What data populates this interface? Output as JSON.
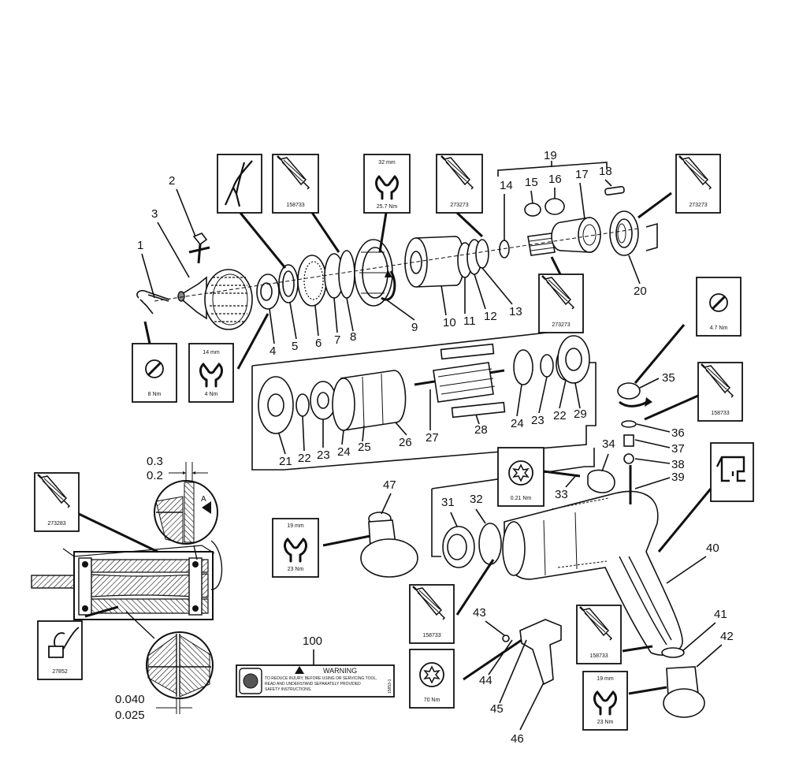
{
  "part_numbers": {
    "n1": "1",
    "n2": "2",
    "n3": "3",
    "n4": "4",
    "n5": "5",
    "n6": "6",
    "n7": "7",
    "n8": "8",
    "n9": "9",
    "n10": "10",
    "n11": "11",
    "n12": "12",
    "n13": "13",
    "n14": "14",
    "n15": "15",
    "n16": "16",
    "n17": "17",
    "n18": "18",
    "n19": "19",
    "n20": "20",
    "n21": "21",
    "n22a": "22",
    "n23a": "23",
    "n24a": "24",
    "n25": "25",
    "n26": "26",
    "n27": "27",
    "n28": "28",
    "n24b": "24",
    "n23b": "23",
    "n22b": "22",
    "n29": "29",
    "n31": "31",
    "n32": "32",
    "n33": "33",
    "n34": "34",
    "n35": "35",
    "n36": "36",
    "n37": "37",
    "n38": "38",
    "n39": "39",
    "n40": "40",
    "n41": "41",
    "n42": "42",
    "n43": "43",
    "n44": "44",
    "n45": "45",
    "n46": "46",
    "n47": "47",
    "n100": "100"
  },
  "tool_boxes": {
    "pliers": "",
    "grease_158733_a": "158733",
    "wrench_32": {
      "size": "32 mm",
      "torque": "25.7 Nm"
    },
    "grease_273273_a": "273273",
    "grease_273273_b": "273273",
    "grease_273273_c": "273273",
    "screw_8": "8 Nm",
    "wrench_14": {
      "size": "14 mm",
      "torque": "4 Nm"
    },
    "screw_4_7": "4.7 Nm",
    "grease_158733_b": "158733",
    "torx_0_21": "0.21 Nm",
    "wrench_19_a": {
      "size": "19 mm",
      "torque": "23 Nm"
    },
    "grease_158733_c": "158733",
    "torx_70": "70 Nm",
    "grease_158733_d": "158733",
    "wrench_19_b": {
      "size": "19 mm",
      "torque": "23 Nm"
    },
    "grease_273283": "273283",
    "grease_27852": "27852"
  },
  "dimensions": {
    "gap_top_max": "0.3",
    "gap_top_min": "0.2",
    "gap_bottom_max": "0.040",
    "gap_bottom_min": "0.025",
    "detail_label": "A"
  },
  "warning_label": {
    "title": "WARNING",
    "line1": "TO REDUCE INJURY, BEFORE USING OR SERVICING TOOL,",
    "line2": "READ AND UNDERSTAND SEPARATELY PROVIDED",
    "line3": "SAFETY INSTRUCTIONS.",
    "side": "15853-1"
  }
}
